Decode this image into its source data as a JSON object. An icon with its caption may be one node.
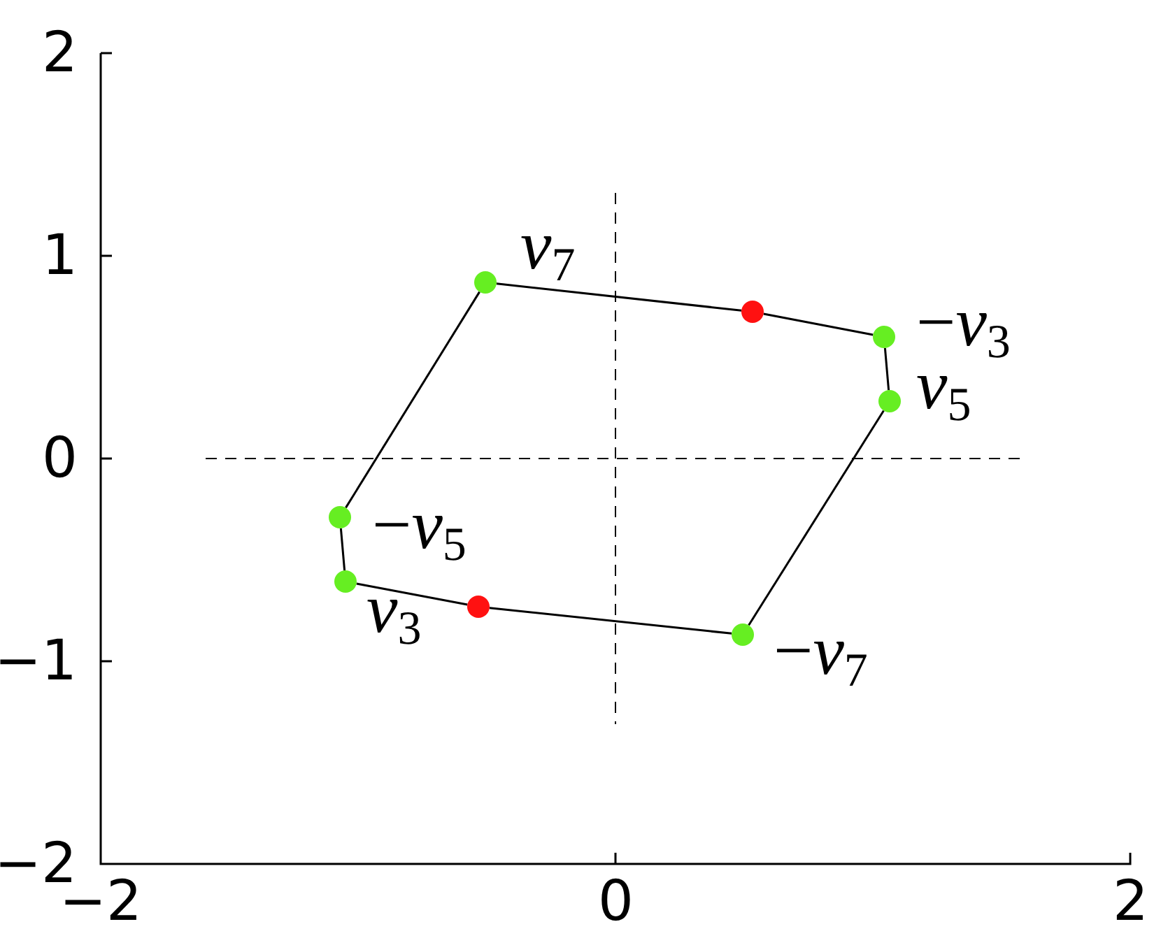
{
  "diagram": {
    "nodes": [
      {
        "text": [],
        "shape": "circle",
        "beside": [
          "*v*$_{7}$"
        ]
      },
      {
        "text": [],
        "shape": "circle"
      },
      {
        "text": [],
        "shape": "circle",
        "beside": [
          "−*v*$_{3}$"
        ]
      },
      {
        "text": [],
        "shape": "circle",
        "beside": [
          "*v*$_{5}$"
        ]
      },
      {
        "text": [],
        "shape": "circle",
        "beside": [
          "−*v*$_{7}$"
        ]
      },
      {
        "text": [],
        "shape": "circle"
      },
      {
        "text": [],
        "shape": "circle",
        "beside": [
          "*v*$_{3}$"
        ]
      },
      {
        "text": [],
        "shape": "circle",
        "beside": [
          "−*v*$_{5}$"
        ]
      }
    ],
    "edges": [
      {
        "from": 0,
        "to": 1,
        "arrow": "none"
      },
      {
        "from": 1,
        "to": 2,
        "arrow": "none"
      },
      {
        "from": 2,
        "to": 3,
        "arrow": "none"
      },
      {
        "from": 3,
        "to": 4,
        "arrow": "none"
      },
      {
        "from": 4,
        "to": 5,
        "arrow": "none"
      },
      {
        "from": 5,
        "to": 6,
        "arrow": "none"
      },
      {
        "from": 6,
        "to": 7,
        "arrow": "none"
      },
      {
        "from": 7,
        "to": 0,
        "arrow": "none"
      }
    ],
    "labels": [
      "2",
      "1",
      "0",
      "−1",
      "−2",
      "−2",
      "0",
      "2"
    ]
  }
}
